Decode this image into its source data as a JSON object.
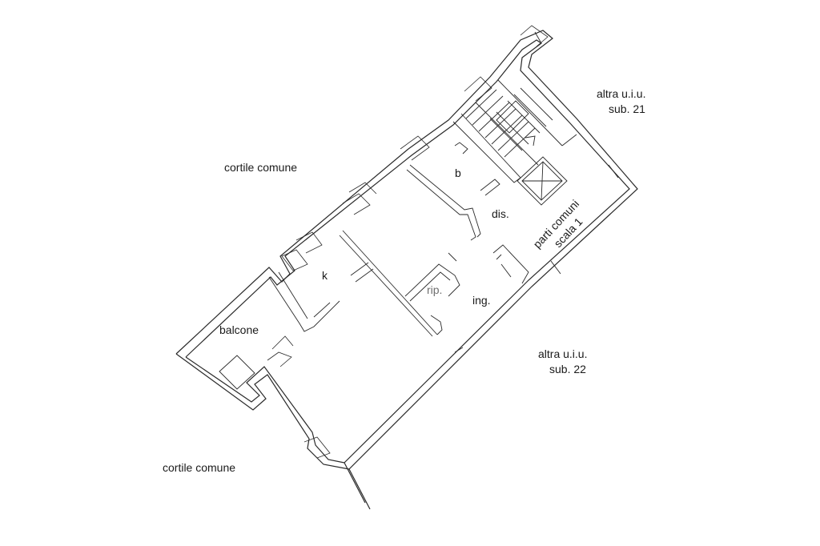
{
  "labels": {
    "cortile_top": "cortile comune",
    "cortile_bottom": "cortile comune",
    "altra_21_line1": "altra u.i.u.",
    "altra_21_line2": "sub. 21",
    "altra_22_line1": "altra u.i.u.",
    "altra_22_line2": "sub. 22",
    "balcone": "balcone",
    "k": "k",
    "b": "b",
    "dis": "dis.",
    "rip": "rip.",
    "ing": "ing.",
    "parti_line1": "parti comuni",
    "parti_line2": "scala 1"
  }
}
